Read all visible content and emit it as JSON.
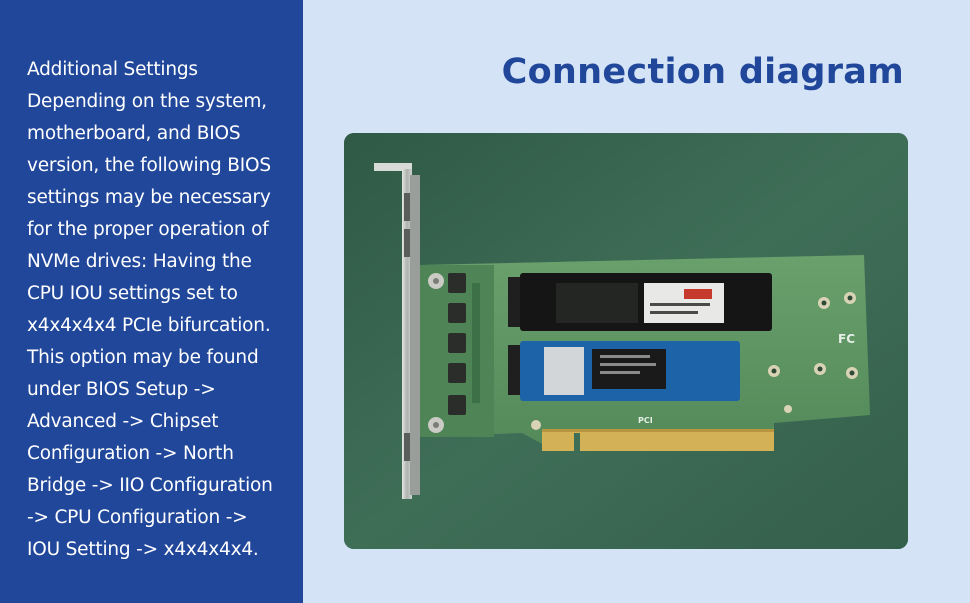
{
  "sidebar": {
    "lines": [
      "Additional Settings",
      "Depending on the system,",
      "motherboard, and BIOS",
      "version, the following BIOS",
      "settings may be necessary",
      "for the proper operation of",
      "NVMe drives: Having the",
      "CPU IOU settings set to",
      "x4x4x4x4 PCIe bifurcation.",
      "This option may be found",
      "under BIOS Setup ->",
      "Advanced -> Chipset",
      "Configuration -> North",
      "Bridge -> IIO Configuration",
      "-> CPU Configuration ->",
      "IOU Setting -> x4x4x4x4."
    ]
  },
  "main": {
    "title": "Connection diagram",
    "photo": {
      "board_markings": [
        "FC",
        "PCI"
      ]
    }
  },
  "colors": {
    "panel_blue": "#21479b",
    "page_background": "#d4e3f6",
    "photo_background": "#3c6b55",
    "pcb_green": "#5f9462",
    "gold_contacts": "#d3b156"
  }
}
